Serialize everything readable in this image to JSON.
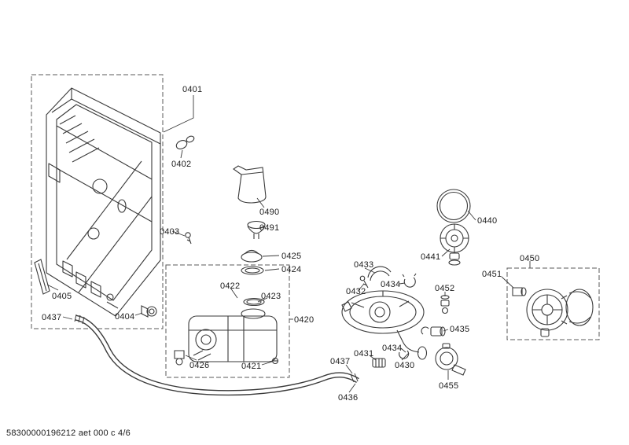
{
  "figure": {
    "footer_code": "58300000196212 aet 000 c 4/6"
  },
  "labels": {
    "l0401": "0401",
    "l0402": "0402",
    "l0403": "0403",
    "l0404": "0404",
    "l0405": "0405",
    "l0420": "0420",
    "l0421": "0421",
    "l0422": "0422",
    "l0423": "0423",
    "l0424": "0424",
    "l0425": "0425",
    "l0426": "0426",
    "l0430": "0430",
    "l0431": "0431",
    "l0432": "0432",
    "l0433": "0433",
    "l0434_clip": "0434",
    "l0434_clamp": "0434",
    "l0435": "0435",
    "l0436": "0436",
    "l0437_tub": "0437",
    "l0437_sump": "0437",
    "l0440": "0440",
    "l0441": "0441",
    "l0450": "0450",
    "l0451": "0451",
    "l0452": "0452",
    "l0455": "0455",
    "l0490": "0490",
    "l0491": "0491"
  }
}
